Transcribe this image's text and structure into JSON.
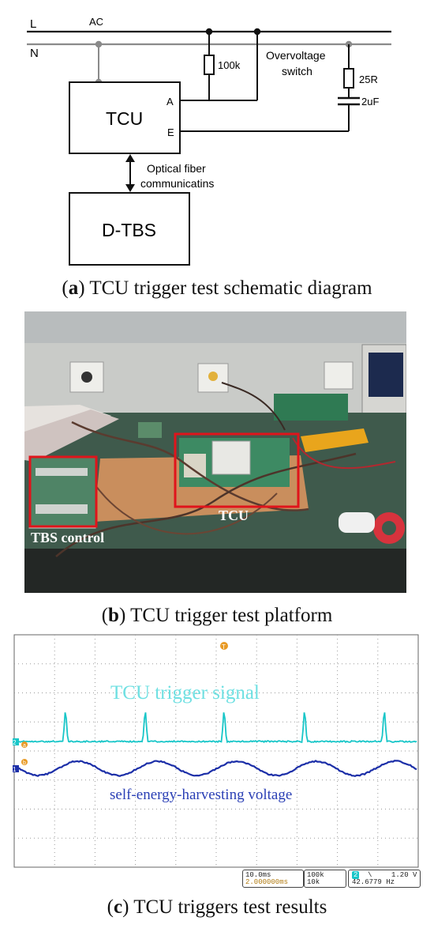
{
  "schematic": {
    "line_L": "L",
    "line_N": "N",
    "ac": "AC",
    "resistor_100k": "100k",
    "overvoltage_switch_line1": "Overvoltage",
    "overvoltage_switch_line2": "switch",
    "resistor_25r": "25R",
    "capacitor_2uf": "2uF",
    "tcu_box": "TCU",
    "terminal_a": "A",
    "terminal_e": "E",
    "fiber_line1": "Optical fiber",
    "fiber_line2": "communicatins",
    "dtbs_box": "D-TBS"
  },
  "captions": {
    "a_label": "a",
    "a_text": "TCU trigger test schematic diagram",
    "b_label": "b",
    "b_text": "TCU trigger test platform",
    "c_label": "c",
    "c_text": "TCU triggers test results"
  },
  "photo": {
    "tbs_control_label": "TBS control",
    "tcu_label": "TCU",
    "highlight_color": "#e0141b"
  },
  "scope": {
    "trigger_signal_label": "TCU  trigger signal",
    "voltage_label": "self-energy-harvesting voltage",
    "ch2_marker": "2",
    "ch1_marker": "1",
    "ref_a_marker": "a",
    "ref_b_marker": "b",
    "trigger_marker": "T",
    "timebase": "10.0ms",
    "timebase_sub": "2.000000ms",
    "sample_rate": "100k",
    "record_len": "10k",
    "trigger_ch": "2",
    "trigger_slope": "\\",
    "trigger_level": "1.20 V",
    "frequency": "42.6779 Hz",
    "trigger_color": "#18c6c8",
    "voltage_color": "#1c2fa8"
  }
}
